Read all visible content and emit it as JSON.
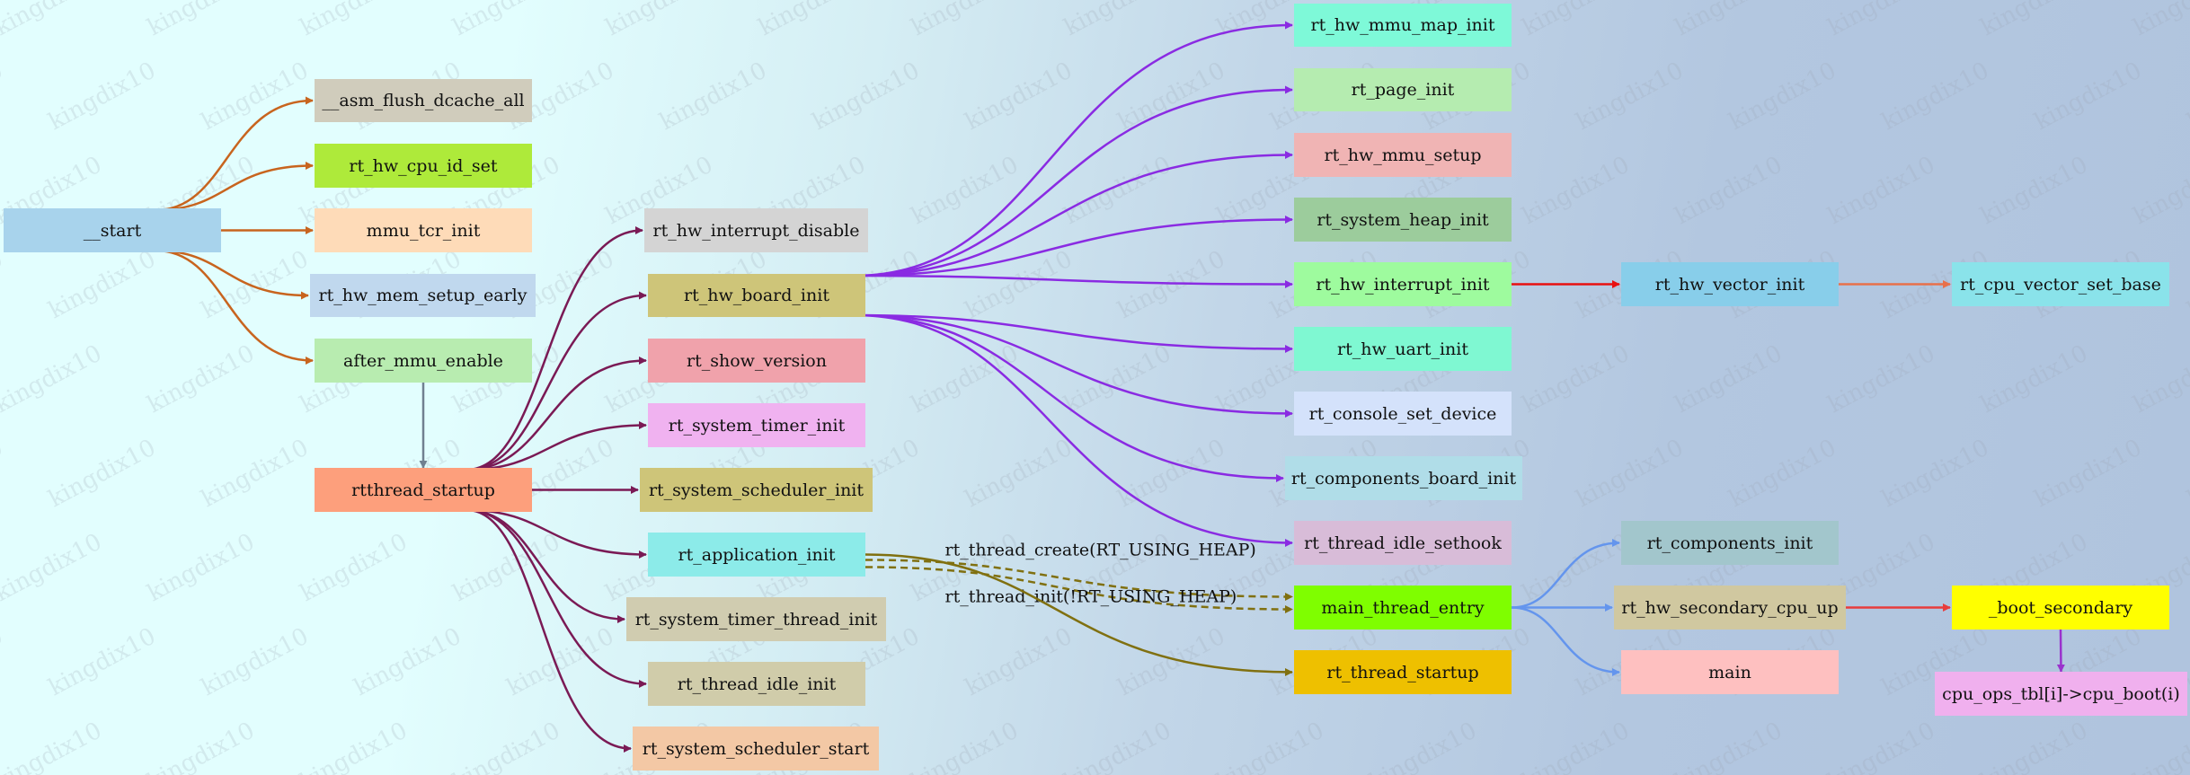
{
  "watermark": "kingdix10",
  "nodes": {
    "start": {
      "label": "__start",
      "color": "#a8d3ec"
    },
    "asm_flush_dcache_all": {
      "label": "__asm_flush_dcache_all",
      "color": "#d0ccbc"
    },
    "rt_hw_cpu_id_set": {
      "label": "rt_hw_cpu_id_set",
      "color": "#aeea3a"
    },
    "mmu_tcr_init": {
      "label": "mmu_tcr_init",
      "color": "#fedbb8"
    },
    "rt_hw_mem_setup_early": {
      "label": "rt_hw_mem_setup_early",
      "color": "#c0d8ee"
    },
    "after_mmu_enable": {
      "label": "after_mmu_enable",
      "color": "#b8ecb0"
    },
    "rtthread_startup": {
      "label": "rtthread_startup",
      "color": "#fd9f7c"
    },
    "rt_hw_interrupt_disable": {
      "label": "rt_hw_interrupt_disable",
      "color": "#d4d4d4"
    },
    "rt_hw_board_init": {
      "label": "rt_hw_board_init",
      "color": "#cec579"
    },
    "rt_show_version": {
      "label": "rt_show_version",
      "color": "#f0a2ab"
    },
    "rt_system_timer_init": {
      "label": "rt_system_timer_init",
      "color": "#f0b2f0"
    },
    "rt_system_scheduler_init": {
      "label": "rt_system_scheduler_init",
      "color": "#cec579"
    },
    "rt_application_init": {
      "label": "rt_application_init",
      "color": "#8cebe9"
    },
    "rt_system_timer_thread_init": {
      "label": "rt_system_timer_thread_init",
      "color": "#d0ccb0"
    },
    "rt_thread_idle_init": {
      "label": "rt_thread_idle_init",
      "color": "#d0ccaa"
    },
    "rt_system_scheduler_start": {
      "label": "rt_system_scheduler_start",
      "color": "#f3c8a5"
    },
    "rt_hw_mmu_map_init": {
      "label": "rt_hw_mmu_map_init",
      "color": "#7ef9d8"
    },
    "rt_page_init": {
      "label": "rt_page_init",
      "color": "#b5ecb0"
    },
    "rt_hw_mmu_setup": {
      "label": "rt_hw_mmu_setup",
      "color": "#f0b4b4"
    },
    "rt_system_heap_init": {
      "label": "rt_system_heap_init",
      "color": "#9ccc9c"
    },
    "rt_hw_interrupt_init": {
      "label": "rt_hw_interrupt_init",
      "color": "#9efb9e"
    },
    "rt_hw_uart_init": {
      "label": "rt_hw_uart_init",
      "color": "#7ff8d2"
    },
    "rt_console_set_device": {
      "label": "rt_console_set_device",
      "color": "#d4e2fb"
    },
    "rt_components_board_init": {
      "label": "rt_components_board_init",
      "color": "#b0dde8"
    },
    "rt_thread_idle_sethook": {
      "label": "rt_thread_idle_sethook",
      "color": "#d8bcd8"
    },
    "main_thread_entry": {
      "label": "main_thread_entry",
      "color": "#7ffe00"
    },
    "rt_thread_startup": {
      "label": "rt_thread_startup",
      "color": "#eec000"
    },
    "rt_hw_vector_init": {
      "label": "rt_hw_vector_init",
      "color": "#88ceea"
    },
    "rt_cpu_vector_set_base": {
      "label": "rt_cpu_vector_set_base",
      "color": "#8ae3ea"
    },
    "rt_components_init": {
      "label": "rt_components_init",
      "color": "#a2c6cc"
    },
    "rt_hw_secondary_cpu_up": {
      "label": "rt_hw_secondary_cpu_up",
      "color": "#d0c8a0"
    },
    "main": {
      "label": "main",
      "color": "#fec0c0"
    },
    "boot_secondary": {
      "label": "_boot_secondary",
      "color": "#ffff00"
    },
    "cpu_ops_boot": {
      "label": "cpu_ops_tbl[i]->cpu_boot(i)",
      "color": "#f0b0ee"
    }
  },
  "edges": [
    {
      "from": "start",
      "to": "asm_flush_dcache_all",
      "color": "#c8641e"
    },
    {
      "from": "start",
      "to": "rt_hw_cpu_id_set",
      "color": "#c8641e"
    },
    {
      "from": "start",
      "to": "mmu_tcr_init",
      "color": "#c8641e"
    },
    {
      "from": "start",
      "to": "rt_hw_mem_setup_early",
      "color": "#c8641e"
    },
    {
      "from": "start",
      "to": "after_mmu_enable",
      "color": "#c8641e"
    },
    {
      "from": "after_mmu_enable",
      "to": "rtthread_startup",
      "color": "#708090"
    },
    {
      "from": "rtthread_startup",
      "to": "rt_hw_interrupt_disable",
      "color": "#7a1a55"
    },
    {
      "from": "rtthread_startup",
      "to": "rt_hw_board_init",
      "color": "#7a1a55"
    },
    {
      "from": "rtthread_startup",
      "to": "rt_show_version",
      "color": "#7a1a55"
    },
    {
      "from": "rtthread_startup",
      "to": "rt_system_timer_init",
      "color": "#7a1a55"
    },
    {
      "from": "rtthread_startup",
      "to": "rt_system_scheduler_init",
      "color": "#7a1a55"
    },
    {
      "from": "rtthread_startup",
      "to": "rt_application_init",
      "color": "#7a1a55"
    },
    {
      "from": "rtthread_startup",
      "to": "rt_system_timer_thread_init",
      "color": "#7a1a55"
    },
    {
      "from": "rtthread_startup",
      "to": "rt_thread_idle_init",
      "color": "#7a1a55"
    },
    {
      "from": "rtthread_startup",
      "to": "rt_system_scheduler_start",
      "color": "#7a1a55"
    },
    {
      "from": "rt_hw_board_init",
      "to": "rt_hw_mmu_map_init",
      "color": "#8a2be2"
    },
    {
      "from": "rt_hw_board_init",
      "to": "rt_page_init",
      "color": "#8a2be2"
    },
    {
      "from": "rt_hw_board_init",
      "to": "rt_hw_mmu_setup",
      "color": "#8a2be2"
    },
    {
      "from": "rt_hw_board_init",
      "to": "rt_system_heap_init",
      "color": "#8a2be2"
    },
    {
      "from": "rt_hw_board_init",
      "to": "rt_hw_interrupt_init",
      "color": "#8a2be2"
    },
    {
      "from": "rt_hw_board_init",
      "to": "rt_hw_uart_init",
      "color": "#8a2be2"
    },
    {
      "from": "rt_hw_board_init",
      "to": "rt_console_set_device",
      "color": "#8a2be2"
    },
    {
      "from": "rt_hw_board_init",
      "to": "rt_components_board_init",
      "color": "#8a2be2"
    },
    {
      "from": "rt_hw_board_init",
      "to": "rt_thread_idle_sethook",
      "color": "#8a2be2"
    },
    {
      "from": "rt_hw_interrupt_init",
      "to": "rt_hw_vector_init",
      "color": "#e81010"
    },
    {
      "from": "rt_hw_vector_init",
      "to": "rt_cpu_vector_set_base",
      "color": "#e8704a"
    },
    {
      "from": "rt_application_init",
      "to": "main_thread_entry",
      "color": "#807010",
      "dashed": true,
      "label": "rt_thread_create(RT_USING_HEAP)"
    },
    {
      "from": "rt_application_init",
      "to": "main_thread_entry",
      "color": "#807010",
      "dashed": true,
      "label": "rt_thread_init(!RT_USING_HEAP)"
    },
    {
      "from": "rt_application_init",
      "to": "rt_thread_startup",
      "color": "#807010"
    },
    {
      "from": "main_thread_entry",
      "to": "rt_components_init",
      "color": "#6495ed"
    },
    {
      "from": "main_thread_entry",
      "to": "rt_hw_secondary_cpu_up",
      "color": "#6495ed"
    },
    {
      "from": "main_thread_entry",
      "to": "main",
      "color": "#6495ed"
    },
    {
      "from": "rt_hw_secondary_cpu_up",
      "to": "boot_secondary",
      "color": "#e83c3c"
    },
    {
      "from": "boot_secondary",
      "to": "cpu_ops_boot",
      "color": "#9a32cd"
    }
  ]
}
